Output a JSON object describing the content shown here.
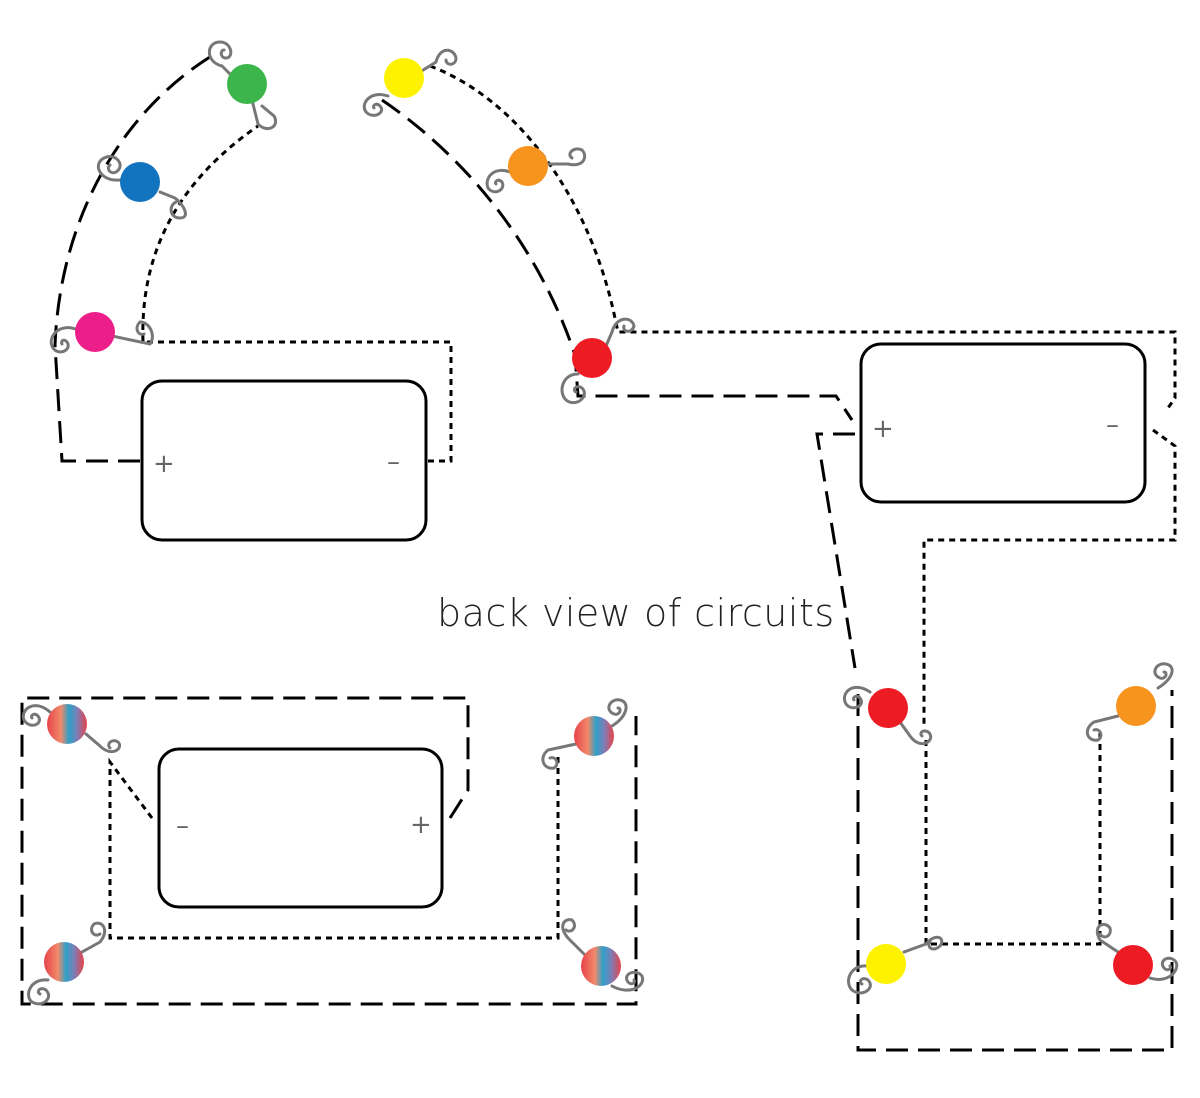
{
  "caption": "back view of circuits",
  "battery_labels": {
    "positive": "+",
    "negative": "–"
  },
  "led_colors": {
    "green": "#3cb54a",
    "blue": "#1273bf",
    "pink": "#ec1e8a",
    "yellow": "#fff200",
    "orange": "#f7941d",
    "red": "#ed1c24"
  },
  "multicolor_gradient": [
    "#e8424a",
    "#2ea0c8",
    "#e8424a"
  ],
  "circuits": [
    {
      "name": "left-arc-circuit",
      "leds": [
        "green",
        "blue",
        "pink"
      ]
    },
    {
      "name": "middle-arc-circuit",
      "leds": [
        "yellow",
        "orange",
        "red"
      ]
    },
    {
      "name": "u-shape-circuit",
      "leds": [
        "red",
        "orange",
        "yellow",
        "red"
      ]
    },
    {
      "name": "rectangle-circuit",
      "leds": [
        "multicolor",
        "multicolor",
        "multicolor",
        "multicolor"
      ]
    }
  ]
}
